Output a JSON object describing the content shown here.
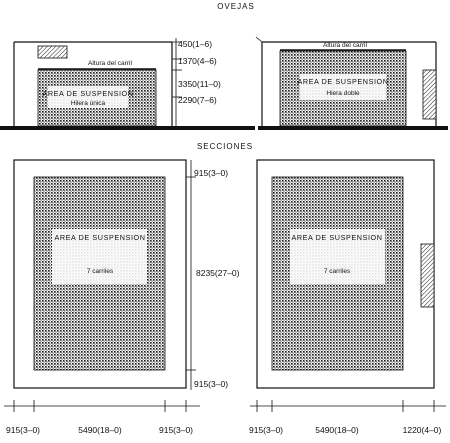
{
  "headings": {
    "top": "OVEJAS",
    "middle": "SECCIONES"
  },
  "elevation": {
    "rail_label": "Altura del carril",
    "left_area": {
      "title": "AREA DE SUSPENSION",
      "subtitle": "Hilera única"
    },
    "right_area": {
      "title": "AREA DE SUSPENSION",
      "subtitle": "Hiera doble"
    },
    "dims": {
      "top": "450(1–6)",
      "rail": "1370(4–6)",
      "middle": "3350(11–0)",
      "bottom": "2290(7–6)"
    }
  },
  "plan": {
    "left_area": {
      "title": "AREA DE SUSPENSION",
      "subtitle": "7 carriles"
    },
    "right_area": {
      "title": "AREA DE SUSPENSION",
      "subtitle": "7 carriles"
    },
    "dims": {
      "top": "915(3–0)",
      "height": "8235(27–0)",
      "bottom": "915(3–0)"
    },
    "bottom_dims_left": [
      "915(3–0)",
      "5490(18–0)",
      "915(3–0)"
    ],
    "bottom_dims_right": [
      "915(3–0)",
      "5490(18–0)",
      "1220(4–0)"
    ]
  }
}
